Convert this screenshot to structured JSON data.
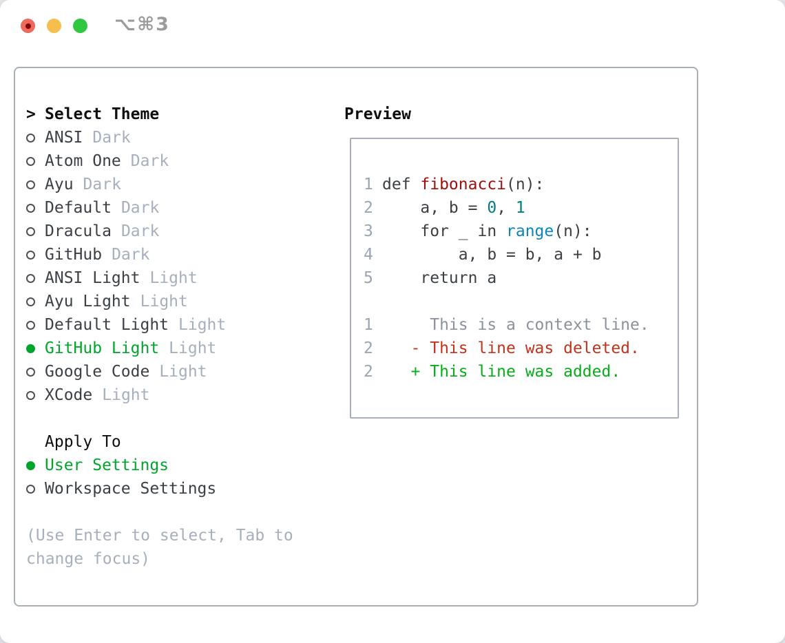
{
  "window": {
    "title": "⌥⌘3"
  },
  "colors": {
    "green": "#00a62c",
    "muted": "#a6afbd",
    "lineno": "#9aa5b3",
    "context": "#8b929b",
    "title": "#9c0f0c",
    "number": "#007d80",
    "builtin": "#0b86ba",
    "deleted": "#c2331c",
    "added": "#06ad19"
  },
  "left": {
    "header": {
      "marker": ">",
      "label": "Select Theme"
    },
    "themes": [
      {
        "name": "ANSI",
        "variant": "Dark",
        "selected": false
      },
      {
        "name": "Atom One",
        "variant": "Dark",
        "selected": false
      },
      {
        "name": "Ayu",
        "variant": "Dark",
        "selected": false
      },
      {
        "name": "Default",
        "variant": "Dark",
        "selected": false
      },
      {
        "name": "Dracula",
        "variant": "Dark",
        "selected": false
      },
      {
        "name": "GitHub",
        "variant": "Dark",
        "selected": false
      },
      {
        "name": "ANSI Light",
        "variant": "Light",
        "selected": false
      },
      {
        "name": "Ayu Light",
        "variant": "Light",
        "selected": false
      },
      {
        "name": "Default Light",
        "variant": "Light",
        "selected": false
      },
      {
        "name": "GitHub Light",
        "variant": "Light",
        "selected": true
      },
      {
        "name": "Google Code",
        "variant": "Light",
        "selected": false
      },
      {
        "name": "XCode",
        "variant": "Light",
        "selected": false
      }
    ],
    "apply": {
      "header": "Apply To",
      "options": [
        {
          "label": "User Settings",
          "selected": true
        },
        {
          "label": "Workspace Settings",
          "selected": false
        }
      ]
    },
    "help_lines": [
      "(Use Enter to select, Tab to",
      "change focus)"
    ]
  },
  "preview": {
    "label": "Preview",
    "code_lines": [
      {
        "no": "1",
        "segments": [
          [
            "def ",
            "fg"
          ],
          [
            "fibonacci",
            "title"
          ],
          [
            "(n):",
            "fg"
          ]
        ]
      },
      {
        "no": "2",
        "segments": [
          [
            "    a, b = ",
            "fg"
          ],
          [
            "0",
            "number"
          ],
          [
            ", ",
            "fg"
          ],
          [
            "1",
            "number"
          ]
        ]
      },
      {
        "no": "3",
        "segments": [
          [
            "    for _ in ",
            "fg"
          ],
          [
            "range",
            "builtin"
          ],
          [
            "(n):",
            "fg"
          ]
        ]
      },
      {
        "no": "4",
        "segments": [
          [
            "        a, b = b, a + b",
            "fg"
          ]
        ]
      },
      {
        "no": "5",
        "segments": [
          [
            "    return a",
            "fg"
          ]
        ]
      }
    ],
    "diff_lines": [
      {
        "no": "1",
        "segments": [
          [
            "     This is a context line.",
            "context"
          ]
        ]
      },
      {
        "no": "2",
        "segments": [
          [
            "   - This line was deleted.",
            "deleted"
          ]
        ]
      },
      {
        "no": "2",
        "segments": [
          [
            "   + This line was added.",
            "added"
          ]
        ]
      }
    ]
  }
}
